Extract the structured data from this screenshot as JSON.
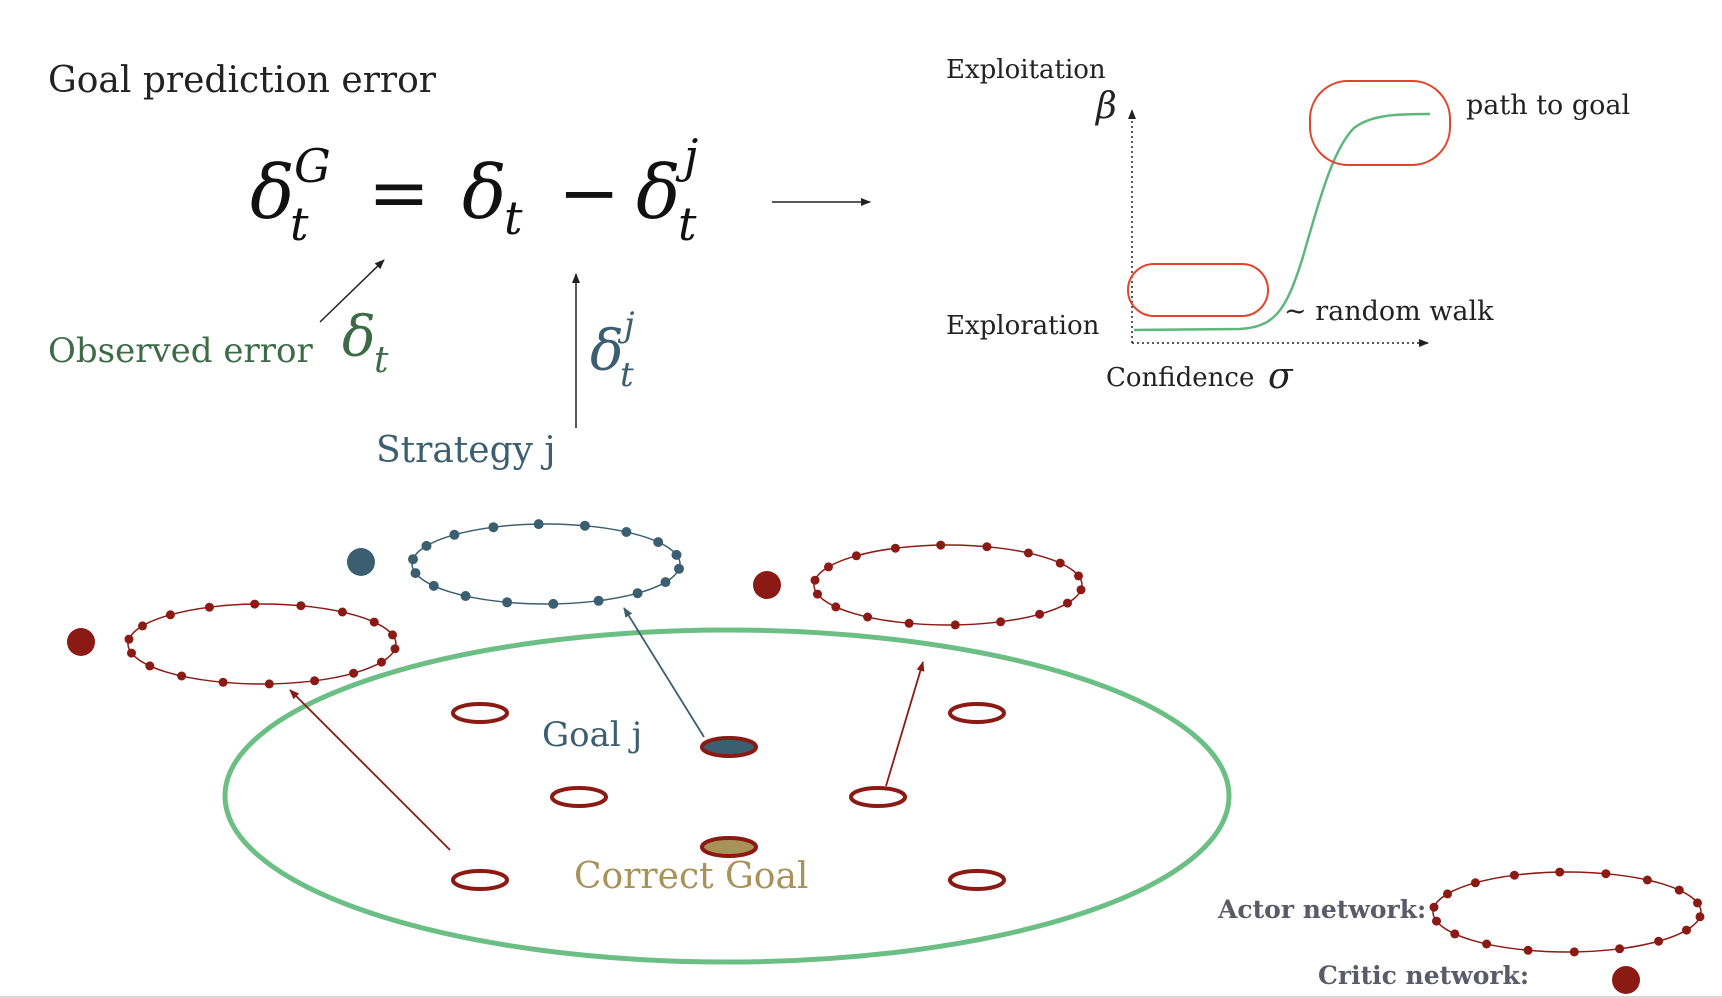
{
  "title": "Goal prediction error",
  "equation": {
    "lhs_base": "δ",
    "lhs_sub": "t",
    "lhs_sup": "G",
    "equals": "=",
    "term1_base": "δ",
    "term1_sub": "t",
    "minus": "−",
    "term2_base": "δ",
    "term2_sub": "t",
    "term2_sup": "j"
  },
  "observed": {
    "label": "Observed error",
    "symbol_base": "δ",
    "symbol_sub": "t"
  },
  "strategy": {
    "label": "Strategy j",
    "symbol_base": "δ",
    "symbol_sub": "t",
    "symbol_sup": "j"
  },
  "curve_plot": {
    "top_label": "Exploitation",
    "bottom_label": "Exploration",
    "y_symbol": "β",
    "x_label": "Confidence",
    "x_symbol": "σ",
    "high_annotation": "path to goal",
    "low_annotation": "~ random walk"
  },
  "arena": {
    "goal_j_label": "Goal j",
    "correct_goal_label": "Correct Goal"
  },
  "legend": {
    "actor_label": "Actor network:",
    "critic_label": "Critic network:"
  },
  "colors": {
    "dark_red": "#8b1a14",
    "teal": "#3b5f70",
    "green_arena": "#6cbf84",
    "green_text": "#3d6b46",
    "gold": "#a89257",
    "orange_red": "#e0452c",
    "curve_green": "#5fb57a",
    "gray_text": "#5a5a68"
  }
}
